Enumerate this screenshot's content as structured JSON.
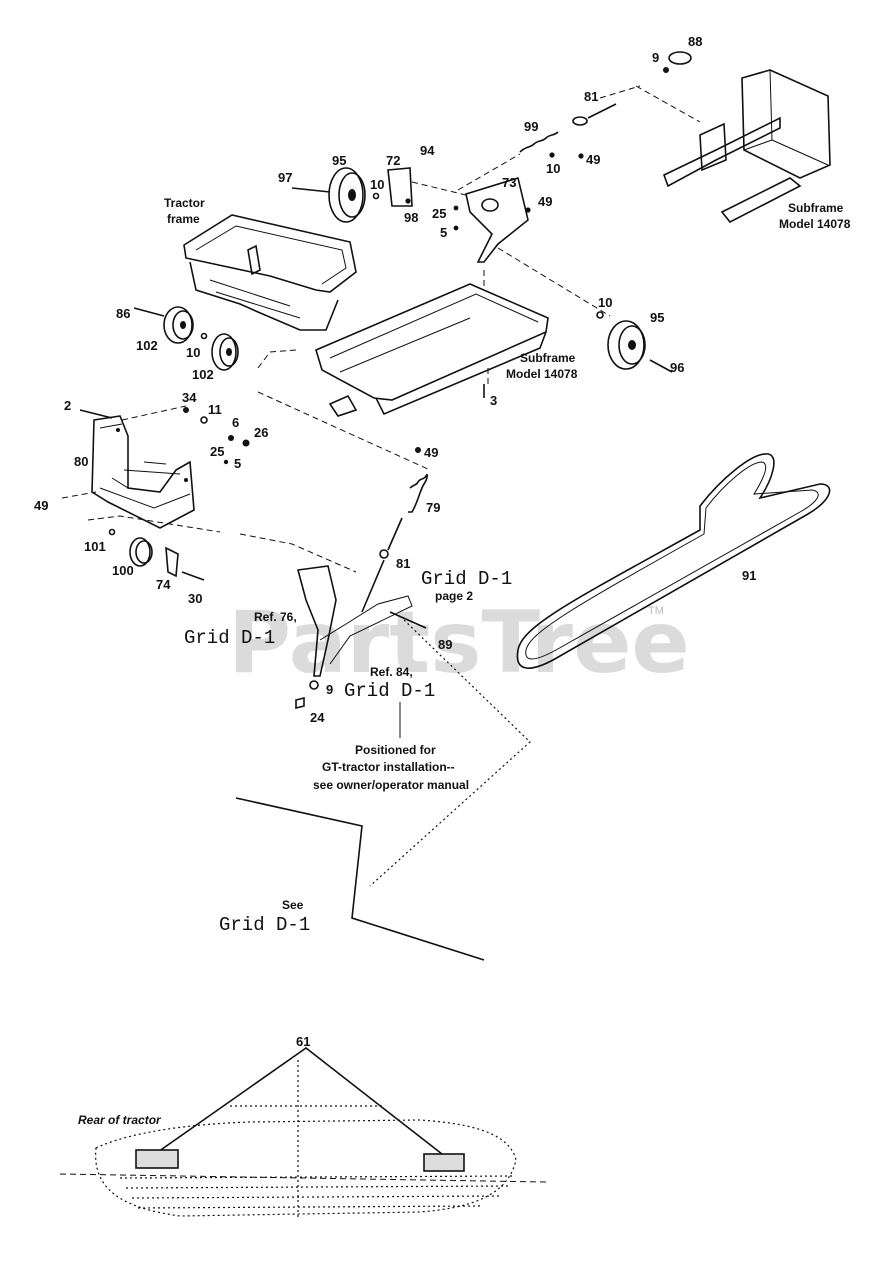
{
  "watermark": "PartsTree",
  "trademark": "TM",
  "labels": {
    "tractor_frame": [
      "Tractor",
      "frame"
    ],
    "subframe_top": [
      "Subframe",
      "Model 14078"
    ],
    "subframe_mid": [
      "Subframe",
      "Model 14078"
    ],
    "ref76": "Ref. 76,",
    "ref84": "Ref. 84,",
    "grid_ref76": "Grid D-1",
    "grid_ref84": "Grid D-1",
    "grid_page2": "Grid D-1",
    "page2": "page 2",
    "positioned_note": [
      "Positioned for",
      "GT-tractor installation--",
      "see owner/operator manual"
    ],
    "see": "See",
    "grid_see": "Grid D-1",
    "rear_of_tractor": "Rear of tractor"
  },
  "callouts": {
    "p9_top": "9",
    "p88": "88",
    "p81_top": "81",
    "p99": "99",
    "p49_a": "49",
    "p10_a": "10",
    "p94": "94",
    "p72": "72",
    "p95_a": "95",
    "p97": "97",
    "p10_b": "10",
    "p98": "98",
    "p73": "73",
    "p49_b": "49",
    "p25_a": "25",
    "p5_a": "5",
    "p86": "86",
    "p102_a": "102",
    "p10_c": "10",
    "p102_b": "102",
    "p10_d": "10",
    "p95_b": "95",
    "p96": "96",
    "p3": "3",
    "p2": "2",
    "p34": "34",
    "p11": "11",
    "p6": "6",
    "p26": "26",
    "p49_c": "49",
    "p80": "80",
    "p25_b": "25",
    "p5_b": "5",
    "p49_d": "49",
    "p79": "79",
    "p101": "101",
    "p100": "100",
    "p74": "74",
    "p30": "30",
    "p81_mid": "81",
    "p89": "89",
    "p9_mid": "9",
    "p24": "24",
    "p91": "91",
    "p61": "61"
  }
}
